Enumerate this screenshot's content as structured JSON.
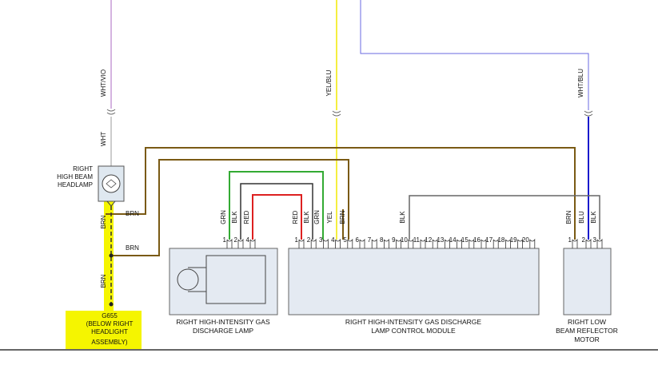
{
  "wire_top_labels": {
    "left": "WHT/VIO",
    "left_lower": "WHT",
    "middle": "YEL/BLU",
    "right": "WHT/BLU"
  },
  "headlamp": {
    "line1": "RIGHT",
    "line2": "HIGH BEAM",
    "line3": "HEADLAMP"
  },
  "ground_wire_labels": {
    "brn_a": "BRN",
    "brn_b": "BRN",
    "brn_c": "BRN",
    "brn_d": "BRN"
  },
  "ground": {
    "id": "G655",
    "line1": "(BELOW RIGHT",
    "line2": "HEADLIGHT",
    "line3": "ASSEMBLY)"
  },
  "lamp_connector": {
    "wires": [
      "GRN",
      "BLK",
      "RED"
    ],
    "pins": [
      "1",
      "2",
      "4"
    ]
  },
  "module_connector": {
    "wires": [
      "RED",
      "BLK",
      "GRN",
      "YEL",
      "BRN"
    ],
    "pins": [
      "1",
      "2",
      "3",
      "4",
      "5",
      "6",
      "7",
      "8",
      "9",
      "10",
      "11",
      "12",
      "13",
      "14",
      "15",
      "16",
      "17",
      "18",
      "19",
      "20"
    ],
    "pin11_wire": "BLK"
  },
  "motor_connector": {
    "wires": [
      "BRN",
      "BLU",
      "BLK"
    ],
    "pins": [
      "1",
      "2",
      "3"
    ]
  },
  "components": {
    "lamp_line1": "RIGHT HIGH-INTENSITY GAS",
    "lamp_line2": "DISCHARGE LAMP",
    "module_line1": "RIGHT HIGH-INTENSITY GAS DISCHARGE",
    "module_line2": "LAMP CONTROL MODULE",
    "motor_line1": "RIGHT LOW",
    "motor_line2": "BEAM REFLECTOR",
    "motor_line3": "MOTOR"
  },
  "colors": {
    "brown": "#7a5a14",
    "violet": "#c79bd6",
    "yellow": "#f2ea00",
    "blue_light": "#6a6ae0",
    "blue_dark": "#1a1acc",
    "green": "#33aa33",
    "red": "#dd2020",
    "black": "#333333",
    "gray": "#666666",
    "highlight": "#f5f500"
  }
}
